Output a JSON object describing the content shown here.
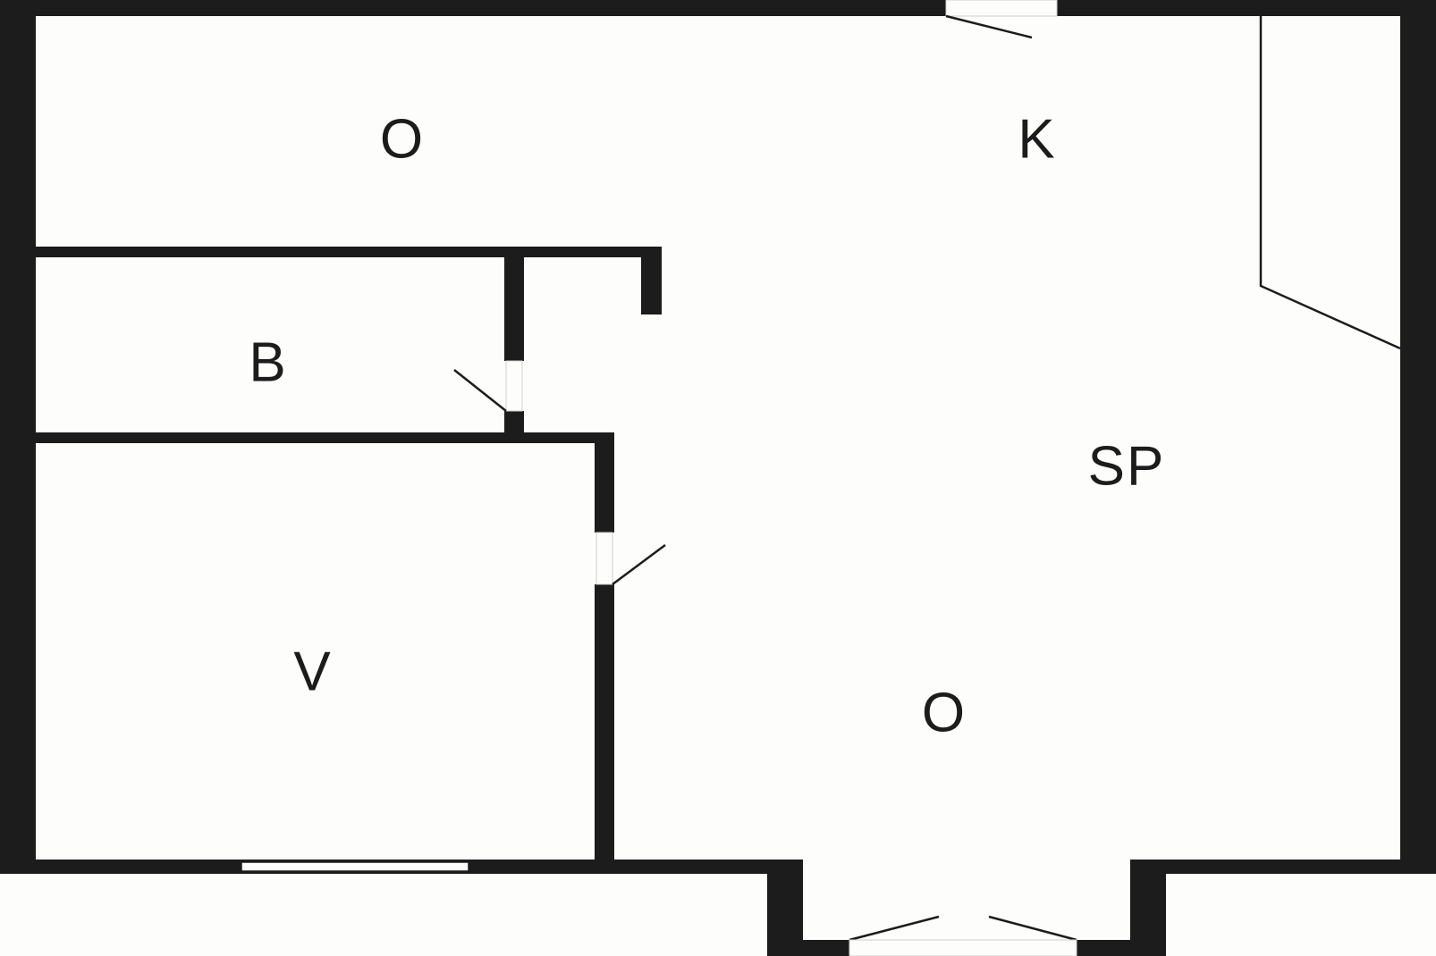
{
  "rooms": {
    "o_top": {
      "label": "O"
    },
    "k": {
      "label": "K"
    },
    "b": {
      "label": "B"
    },
    "sp": {
      "label": "SP"
    },
    "v": {
      "label": "V"
    },
    "o_bottom": {
      "label": "O"
    }
  },
  "colors": {
    "wall": "#1c1c1c",
    "floor": "#fdfdfb"
  }
}
